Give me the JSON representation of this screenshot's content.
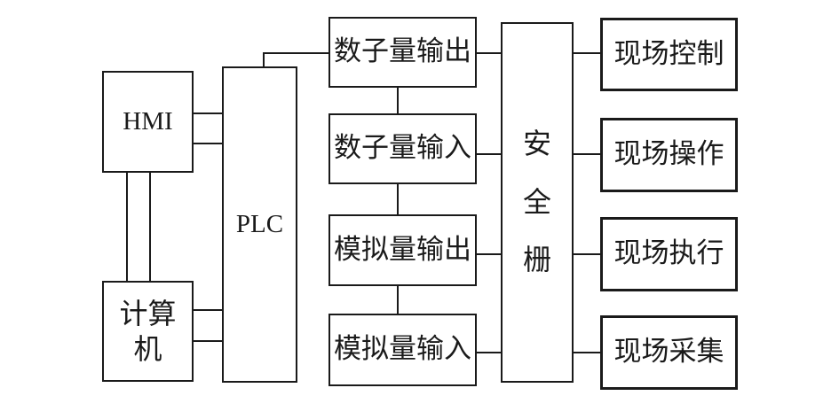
{
  "diagram": {
    "hmi": "HMI",
    "computer": [
      "计算",
      "机"
    ],
    "plc": "PLC",
    "io_modules": [
      "数子量输出",
      "数子量输入",
      "模拟量输出",
      "模拟量输入"
    ],
    "safety_barrier": [
      "安",
      "全",
      "栅"
    ],
    "field_devices": [
      "现场控制",
      "现场操作",
      "现场执行",
      "现场采集"
    ]
  }
}
